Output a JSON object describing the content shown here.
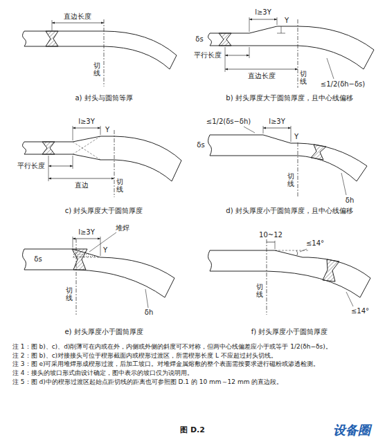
{
  "diagram": {
    "caption": "图 D.2",
    "labels": [
      "直边长度",
      "切线",
      "a) 封头与圆筒等厚",
      "l≥3Y",
      "Y",
      "δs",
      "平行长度",
      "直边长度",
      "切线",
      "≤1/2(δh−δs)",
      "b) 封头厚度大于圆筒厚度，且中心线偏移",
      "l≥3Y",
      "Y",
      "平行长度",
      "直边",
      "切线",
      "c) 封头厚度大于圆筒厚度",
      "≤1/2(δs−δh)",
      "l≥3Y",
      "Y",
      "δs",
      "切线",
      "δh",
      "d) 封头厚度小于圆筒厚度，且中心线偏移",
      "l≥3Y",
      "Y",
      "堆焊",
      "δs",
      "切线",
      "δh",
      "e) 封头厚度小于圆筒厚度",
      "10~12",
      "≤14°",
      "切线",
      "≤14°",
      "f) 封头厚度小于圆筒厚度",
      "注 1：图 b)、c)、d)削薄可在内或在外，内侧或外侧的斜度可不对称，但两中心线偏差应小于或等于 1/2(δh−δs)。",
      "注 2：图 b)、c)对接接头可位于楔形截面内或楔形过渡区，所需楔形长度 L 不应超过封头切线。",
      "注 3：图 e)可采用堆焊形成楔形过渡，后加工坡口。对堆焊金属熔敷的整个表面需按要求进行磁粉或渗透检测。",
      "注 4：接头的坡口形式由设计确定，图中表示的坡口仅为说明用。",
      "注 5：图 d)中的楔形过渡区起始点距切线的距离也可参照图 D.1 的 10 mm～12 mm 的直边段。",
      "设备圈"
    ]
  }
}
